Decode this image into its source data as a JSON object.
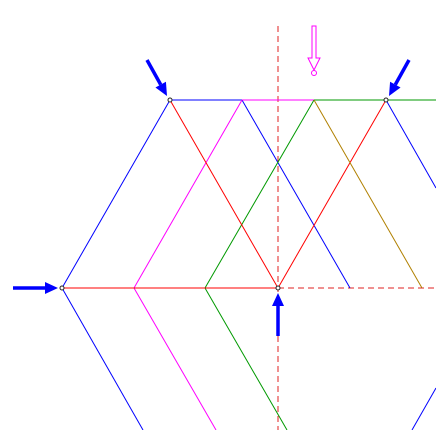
{
  "diagram": {
    "background": "#ffffff",
    "colors": {
      "blue": "#0000ff",
      "magenta": "#ff00ff",
      "green": "#009900",
      "red": "#ff0000",
      "olive": "#b08000",
      "arrow": "#0000ff",
      "hollow_arrow": "#ff00ff",
      "dashed": "#e02020"
    },
    "segments": [
      {
        "name": "blue-lower-left-diagonal",
        "color": "blue"
      },
      {
        "name": "blue-upper-left-diagonal",
        "color": "blue"
      },
      {
        "name": "blue-top-horizontal",
        "color": "blue"
      },
      {
        "name": "blue-descending-diagonal",
        "color": "blue"
      },
      {
        "name": "blue-right-edge-diagonal",
        "color": "blue"
      },
      {
        "name": "blue-bottom-right-diagonal",
        "color": "blue"
      },
      {
        "name": "magenta-upper-diagonal",
        "color": "magenta"
      },
      {
        "name": "magenta-lower-diagonal",
        "color": "magenta"
      },
      {
        "name": "magenta-top-horizontal",
        "color": "magenta"
      },
      {
        "name": "green-upper-diagonal",
        "color": "green"
      },
      {
        "name": "green-lower-diagonal",
        "color": "green"
      },
      {
        "name": "green-top-horizontal",
        "color": "green"
      },
      {
        "name": "red-baseline",
        "color": "red"
      },
      {
        "name": "red-left-diagonal",
        "color": "red"
      },
      {
        "name": "red-right-diagonal",
        "color": "red"
      },
      {
        "name": "olive-diagonal",
        "color": "olive"
      }
    ],
    "dashed_lines": [
      {
        "name": "vertical-dashed-axis"
      },
      {
        "name": "horizontal-dashed-axis"
      }
    ],
    "nodes": [
      {
        "name": "node-left-vertex"
      },
      {
        "name": "node-top-left-vertex"
      },
      {
        "name": "node-top-right-vertex"
      },
      {
        "name": "node-center-vertex"
      },
      {
        "name": "node-hollow-marker-tip"
      }
    ],
    "arrows": [
      {
        "name": "arrow-pointing-left-vertex"
      },
      {
        "name": "arrow-pointing-top-left-vertex"
      },
      {
        "name": "arrow-pointing-top-right-vertex"
      },
      {
        "name": "arrow-pointing-center-vertex"
      }
    ],
    "hollow_arrow": {
      "name": "hollow-arrow-marker"
    }
  }
}
